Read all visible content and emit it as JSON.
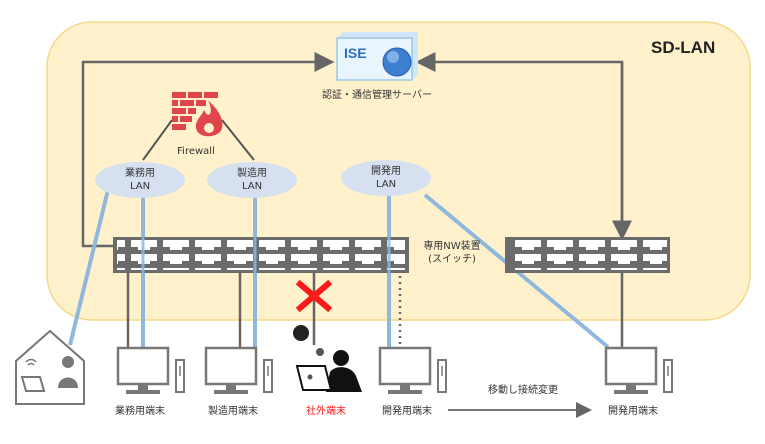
{
  "zone": {
    "title": "SD-LAN"
  },
  "server": {
    "badge": "ISE",
    "label": "認証・通信管理サーバー"
  },
  "firewall": {
    "label": "Firewall"
  },
  "lans": [
    {
      "line1": "業務用",
      "line2": "LAN"
    },
    {
      "line1": "製造用",
      "line2": "LAN"
    },
    {
      "line1": "開発用",
      "line2": "LAN"
    }
  ],
  "switch": {
    "line1": "専用NW装置",
    "line2": "(スイッチ)"
  },
  "terminals": [
    {
      "label": "業務用端末"
    },
    {
      "label": "製造用端末"
    },
    {
      "label": "社外端末",
      "status": "blocked"
    },
    {
      "label": "開発用端末"
    },
    {
      "label": "開発用端末"
    }
  ],
  "move": {
    "label": "移動し接続変更"
  },
  "colors": {
    "zone_fill": "#fff1cc",
    "zone_border": "#f5d98a",
    "lan_fill": "#d6e0f0",
    "link_blue": "#8fb8dc",
    "switch_gray": "#6b6b6b",
    "firewall_red": "#e0454a",
    "block_red": "#ff1a1a"
  }
}
